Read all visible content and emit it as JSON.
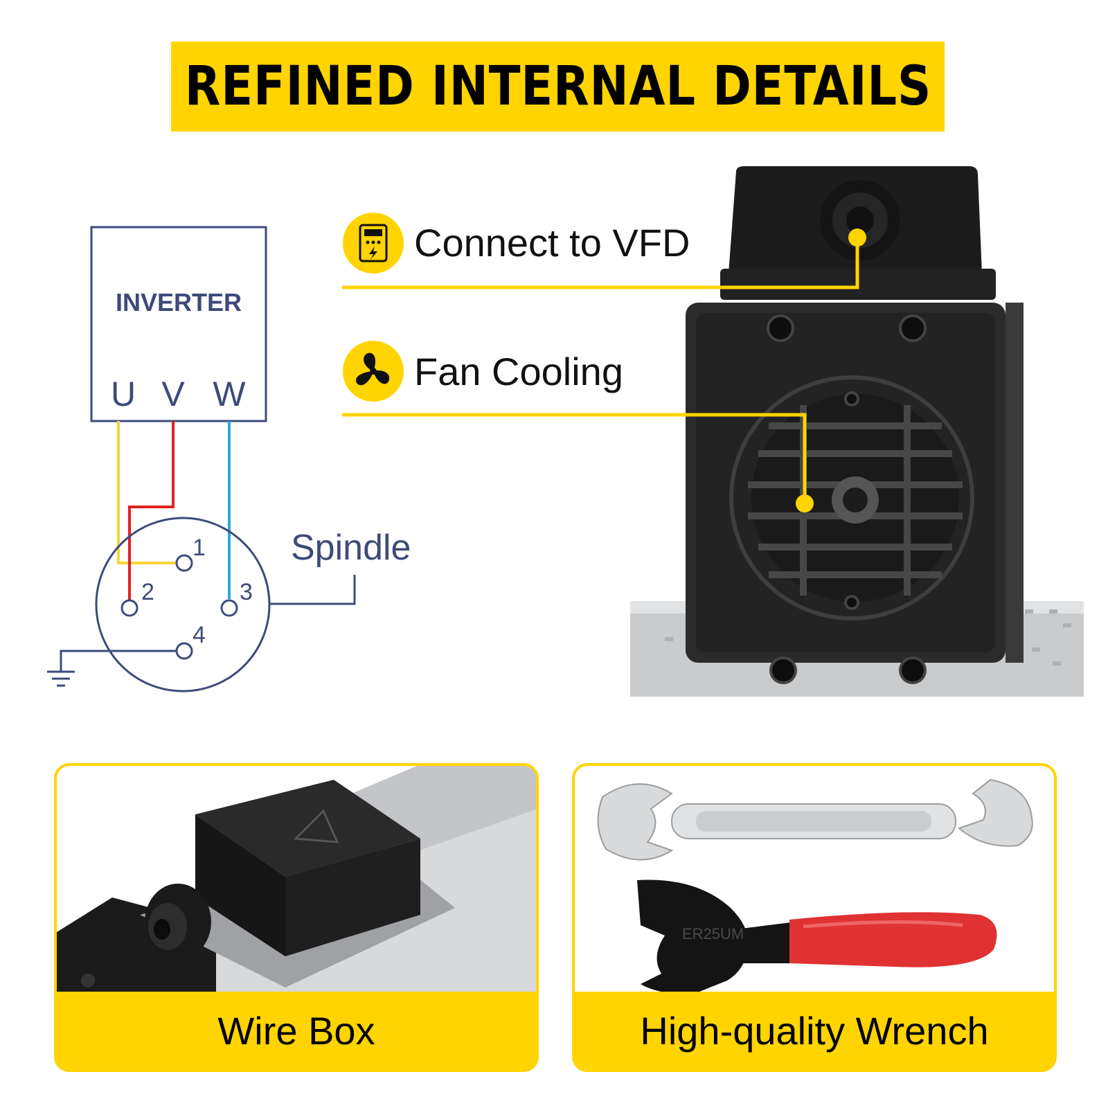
{
  "title": "REFINED INTERNAL DETAILS",
  "wiring": {
    "inverter_label": "INVERTER",
    "terminals": [
      "U",
      "V",
      "W"
    ],
    "spindle_label": "Spindle",
    "pins": [
      "1",
      "2",
      "3",
      "4"
    ],
    "wire_colors": {
      "U": "#f5d53a",
      "V": "#e02020",
      "W": "#25a9e0",
      "outline": "#3d4a7a"
    }
  },
  "callouts": [
    {
      "icon": "vfd-icon",
      "label": "Connect to VFD"
    },
    {
      "icon": "fan-icon",
      "label": "Fan Cooling"
    }
  ],
  "cards": [
    {
      "caption": "Wire Box"
    },
    {
      "caption": "High-quality Wrench"
    }
  ],
  "wrench_text": {
    "collet": "ER25UM"
  },
  "colors": {
    "accent": "#ffd400",
    "text": "#000000"
  }
}
